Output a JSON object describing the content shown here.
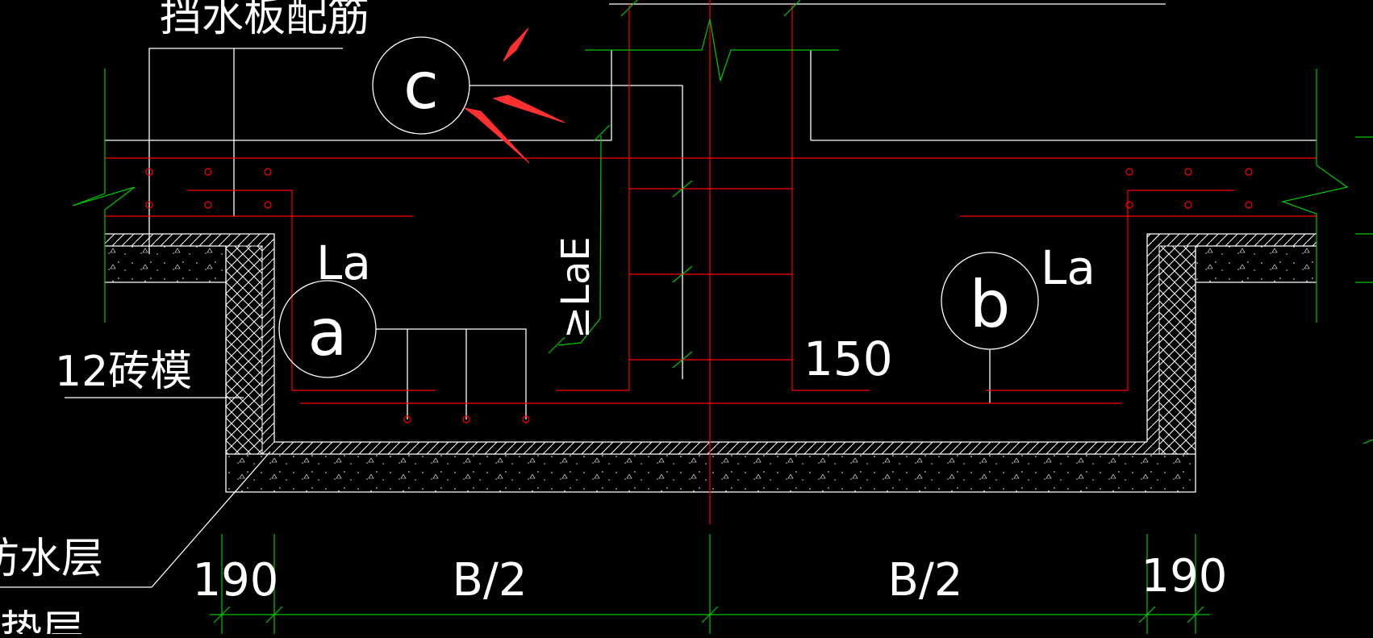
{
  "labels": {
    "top_note": "挡水板配筋",
    "brick_mold": "12砖模",
    "waterproof": "防水层",
    "bottom_partial": "垫层",
    "la_left": "La",
    "la_right": "La",
    "lle": "≥LaE",
    "dim_150": "150"
  },
  "markers": {
    "a": "a",
    "b": "b",
    "c": "c"
  },
  "dimensions": {
    "left_190": "190",
    "left_half": "B/2",
    "right_half": "B/2",
    "right_190": "190"
  },
  "colors": {
    "background": "#000000",
    "outline": "#ffffff",
    "rebar": "#ff0000",
    "dimension": "#00c800",
    "arrow": "#ff3030"
  }
}
